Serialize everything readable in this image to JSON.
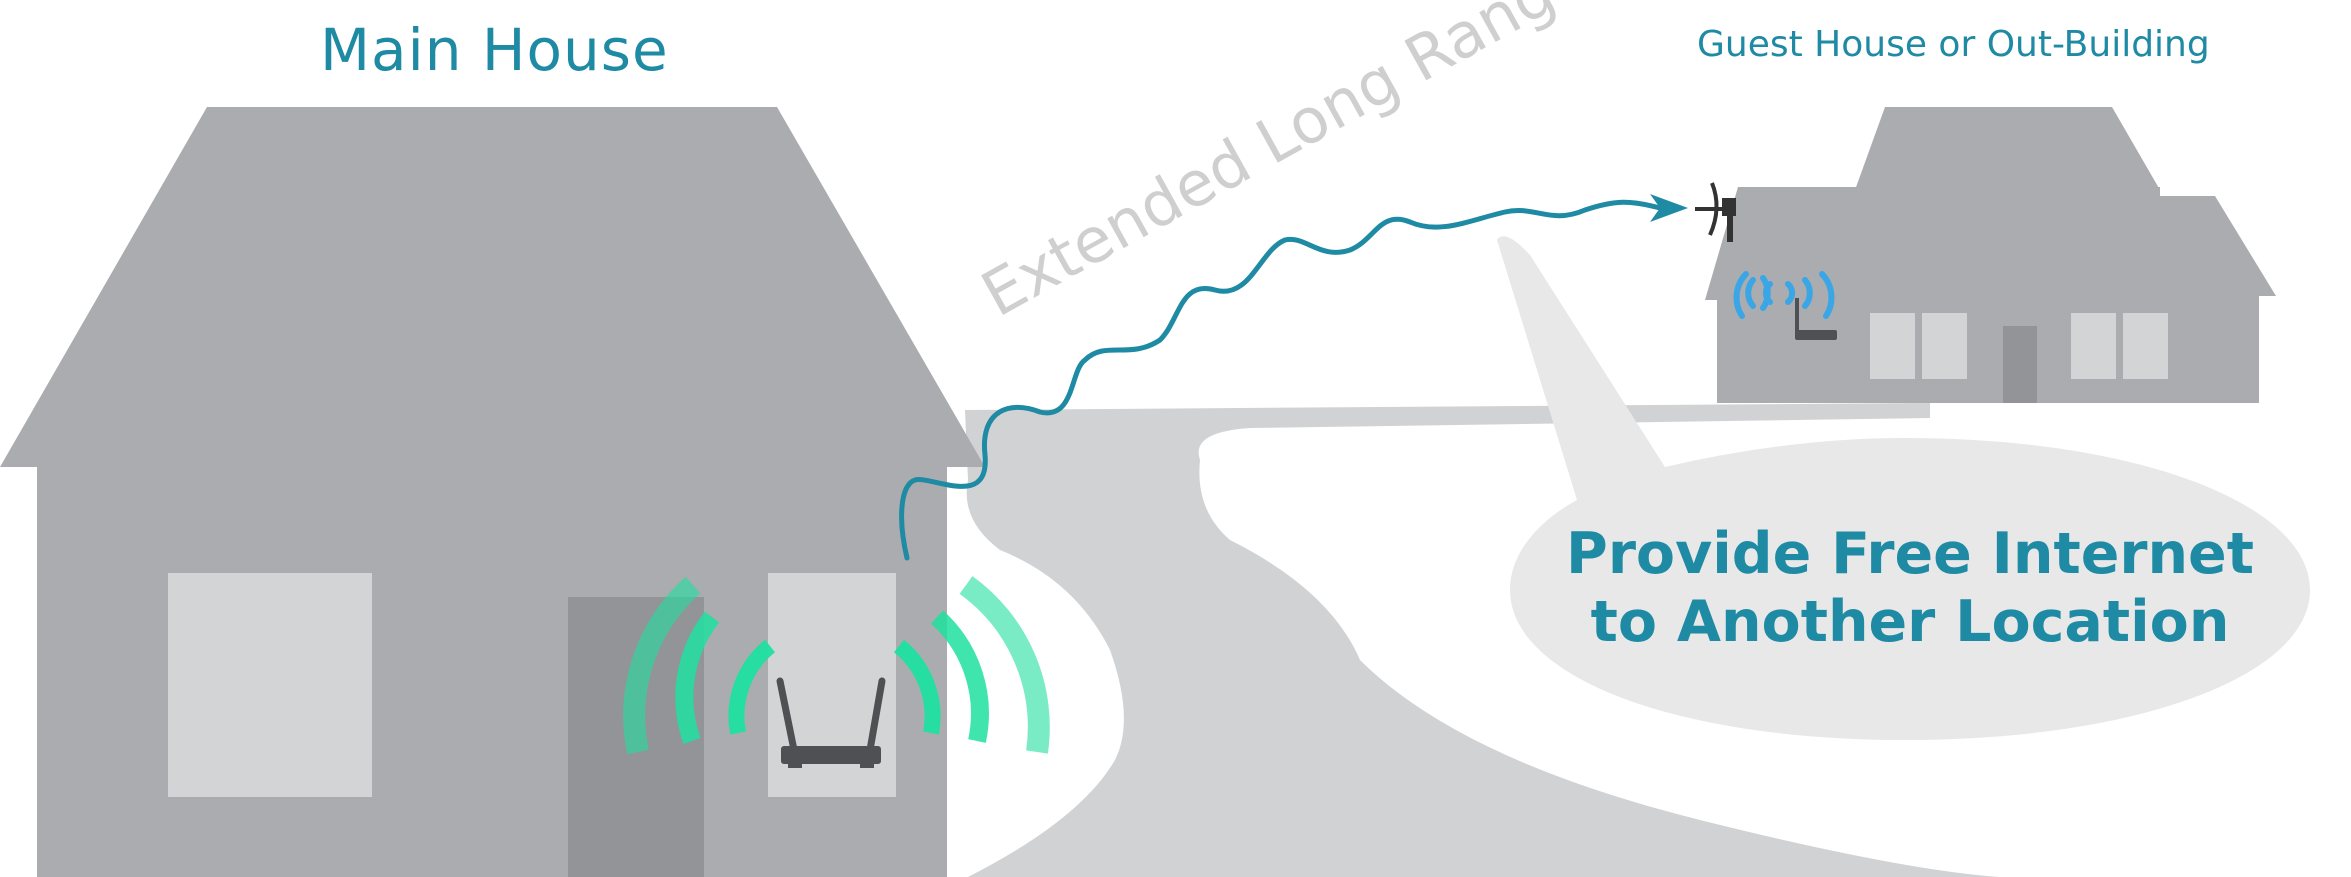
{
  "labels": {
    "main_house": "Main House",
    "guest_house": "Guest House or Out-Building",
    "range": "Extended Long Range",
    "callout_line1": "Provide Free Internet",
    "callout_line2": "to Another Location"
  },
  "icons": {
    "main_router": "router-icon",
    "guest_router": "router-icon",
    "antenna": "antenna-icon",
    "main_wifi": "wifi-signal-icon",
    "guest_wifi": "wifi-signal-icon"
  },
  "colors": {
    "accent": "#1e8aa3",
    "house": "#abacaf",
    "window": "#d3d4d6",
    "door": "#939497",
    "path": "#d1d2d4",
    "bubble": "#e8e8e9",
    "signal_main": "#1fe0a0",
    "signal_guest": "#3aa6e6",
    "range_text": "#cfcfcf"
  }
}
